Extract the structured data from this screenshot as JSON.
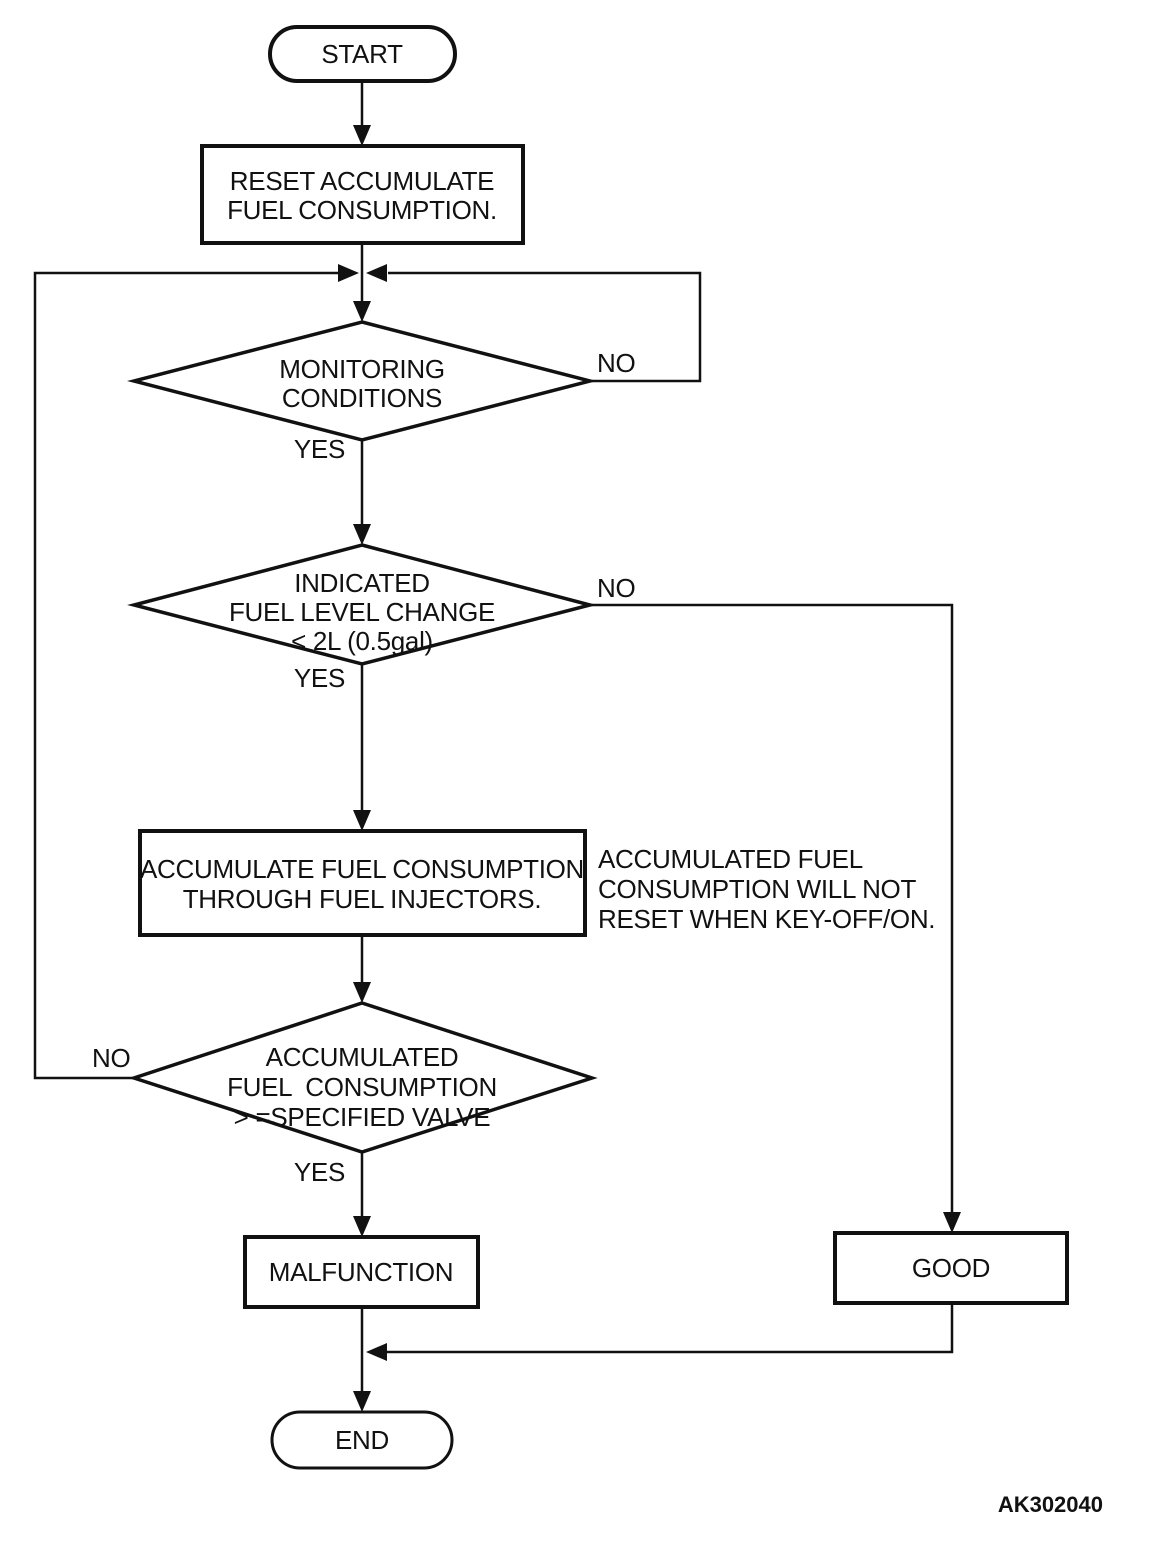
{
  "figure": {
    "code": "AK302040"
  },
  "colors": {
    "line": "#111111",
    "background": "#ffffff"
  },
  "flowchart": {
    "nodes": {
      "start": {
        "type": "terminal",
        "label": "START"
      },
      "reset": {
        "type": "process",
        "lines": [
          "RESET ACCUMULATE",
          "FUEL CONSUMPTION."
        ]
      },
      "monitoring": {
        "type": "decision",
        "lines": [
          "MONITORING",
          "CONDITIONS"
        ]
      },
      "fuel_level": {
        "type": "decision",
        "lines": [
          "INDICATED",
          "FUEL LEVEL CHANGE",
          "< 2L (0.5gal)"
        ]
      },
      "accumulate": {
        "type": "process",
        "lines": [
          "ACCUMULATE FUEL CONSUMPTION",
          "THROUGH FUEL INJECTORS."
        ]
      },
      "key_off_note": {
        "type": "annotation",
        "lines": [
          "ACCUMULATED FUEL",
          "CONSUMPTION WILL NOT",
          "RESET WHEN KEY-OFF/ON."
        ]
      },
      "accumulated_check": {
        "type": "decision",
        "lines": [
          "ACCUMULATED",
          "FUEL  CONSUMPTION",
          "> =SPECIFIED VALVE"
        ]
      },
      "malfunction": {
        "type": "process",
        "label": "MALFUNCTION"
      },
      "good": {
        "type": "process",
        "label": "GOOD"
      },
      "end": {
        "type": "terminal",
        "label": "END"
      }
    },
    "branches": {
      "monitoring": {
        "yes": "YES",
        "no": "NO"
      },
      "fuel_level": {
        "yes": "YES",
        "no": "NO"
      },
      "accumulated_check": {
        "yes": "YES",
        "no": "NO"
      }
    }
  }
}
